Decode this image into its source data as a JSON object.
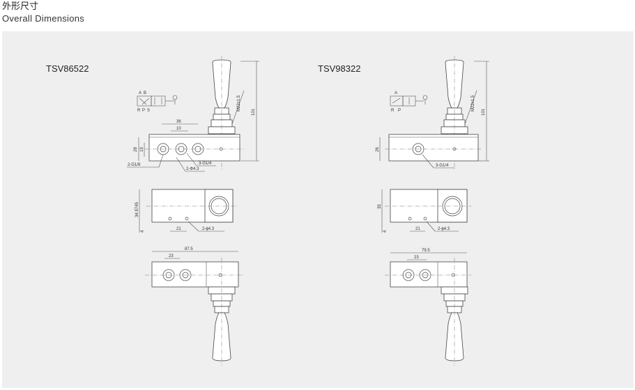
{
  "header": {
    "title_cn": "外形尺寸",
    "title_en": "Overall Dimensions"
  },
  "left": {
    "model": "TSV86522",
    "symbol": {
      "port_a": "A",
      "port_b": "B",
      "port_r": "R",
      "port_p": "P",
      "port_s": "S"
    },
    "dims": {
      "thread": "M22x1.5",
      "total_height": "101",
      "width_36": "36",
      "width_10": "10",
      "height_28": "28",
      "height_19": "19",
      "ports_g18": "2-G1/8",
      "ports_g14": "3-G1/4",
      "holes_top": "2-Φ4.3",
      "side_height": "34.9745",
      "side_4": "4",
      "side_21": "21",
      "holes_side": "2-ϕ4.3",
      "bottom_width": "87.5",
      "bottom_23": "23"
    }
  },
  "right": {
    "model": "TSV98322",
    "symbol": {
      "port_a": "A",
      "port_r": "R",
      "port_p": "P"
    },
    "dims": {
      "thread": "M22x1.5",
      "total_height": "101",
      "height_26": "26",
      "ports_g14": "3-G1/4",
      "side_height": "35",
      "side_4": "4",
      "side_21": "21",
      "holes_side": "2-ϕ4.3",
      "bottom_width": "79.5",
      "bottom_23": "23"
    }
  }
}
